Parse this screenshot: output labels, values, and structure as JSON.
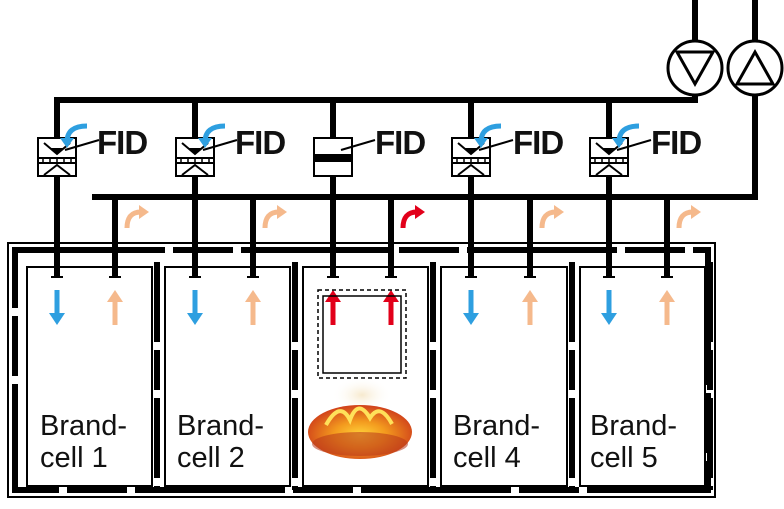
{
  "fid_label": "FID",
  "cells": [
    {
      "line1": "Brand-",
      "line2": "cell 1",
      "fire": false
    },
    {
      "line1": "Brand-",
      "line2": "cell 2",
      "fire": false
    },
    {
      "line1": "",
      "line2": "",
      "fire": true
    },
    {
      "line1": "Brand-",
      "line2": "cell 4",
      "fire": false
    },
    {
      "line1": "Brand-",
      "line2": "cell 5",
      "fire": false
    }
  ],
  "colors": {
    "supply_arrow": "#2e9fe0",
    "exhaust_arrow": "#f5b98c",
    "fire_arrow": "#e2001a",
    "duct": "#000000"
  },
  "icons": {
    "supply_fan": "fan-triangle-down-icon",
    "exhaust_fan": "fan-triangle-up-icon",
    "damper_closed": "damper-closed-icon",
    "damper_open": "damper-open-icon",
    "fire": "fire-icon"
  }
}
